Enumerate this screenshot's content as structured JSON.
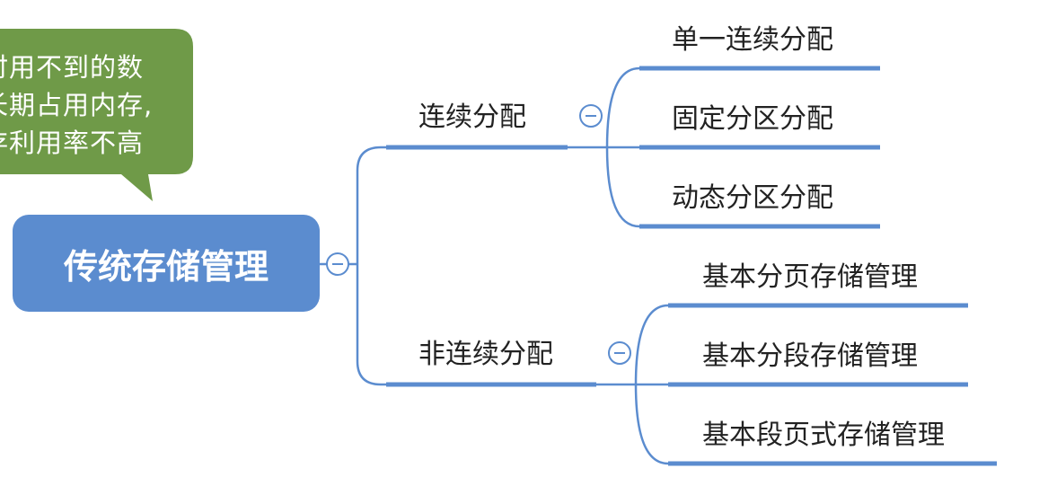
{
  "root": {
    "label": "传统存储管理"
  },
  "branches": [
    {
      "label": "连续分配",
      "children": [
        "单一连续分配",
        "固定分区分配",
        "动态分区分配"
      ]
    },
    {
      "label": "非连续分配",
      "children": [
        "基本分页存储管理",
        "基本分段存储管理",
        "基本段页式存储管理"
      ]
    }
  ],
  "callout": {
    "lines": [
      "时用不到的数",
      "长期占用内存,",
      "存利用率不高"
    ]
  },
  "colors": {
    "node_fill": "#5b8ccf",
    "connector": "#5b8ccf",
    "callout_fill": "#6f9a48"
  },
  "icons": {
    "collapse": "collapse-minus-icon"
  }
}
